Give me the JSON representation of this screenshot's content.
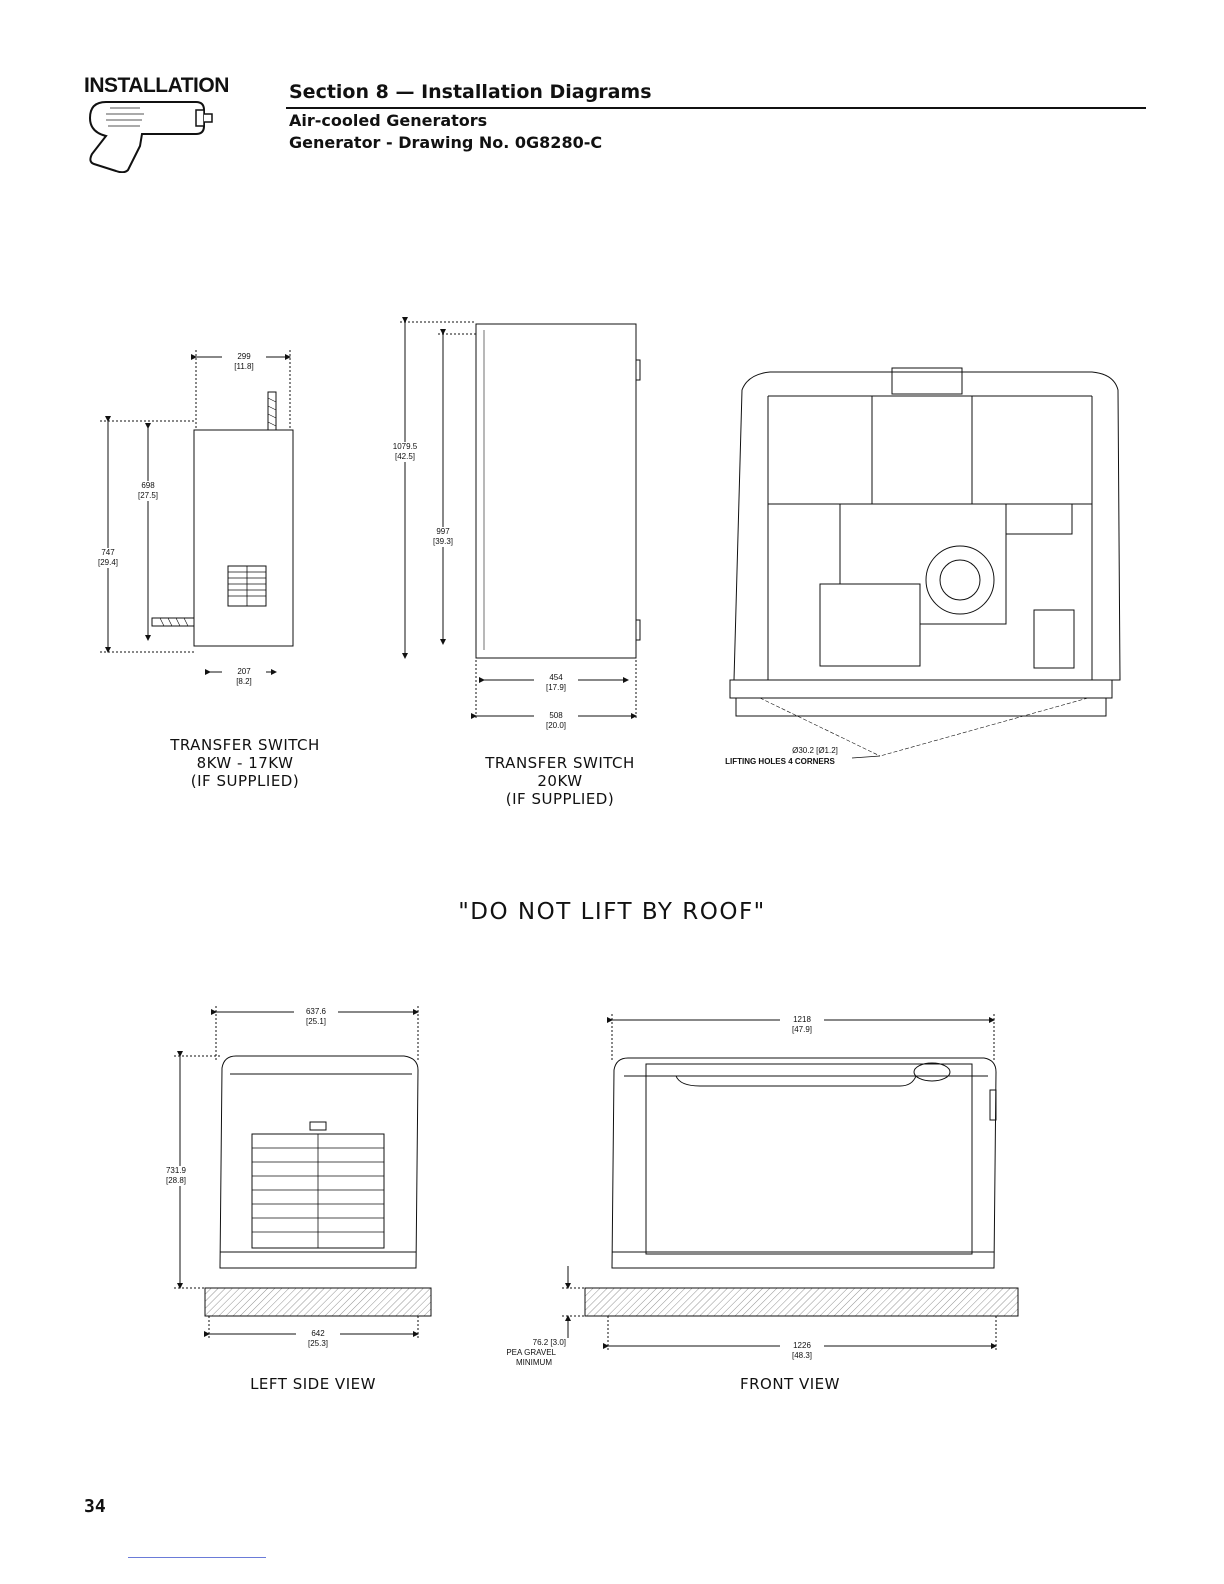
{
  "header": {
    "tab_label": "INSTALLATION",
    "section_title": "Section 8 — Installation Diagrams",
    "subtitle_1": "Air-cooled Generators",
    "subtitle_2": "Generator - Drawing No. 0G8280-C"
  },
  "transfer_switch_small": {
    "dim_width_mm": "299",
    "dim_width_in": "[11.8]",
    "dim_height_inner_mm": "698",
    "dim_height_inner_in": "[27.5]",
    "dim_height_outer_mm": "747",
    "dim_height_outer_in": "[29.4]",
    "dim_bottom_mm": "207",
    "dim_bottom_in": "[8.2]",
    "caption_1": "TRANSFER SWITCH",
    "caption_2": "8KW - 17KW",
    "caption_3": "(IF SUPPLIED)"
  },
  "transfer_switch_large": {
    "dim_height_outer_mm": "1079.5",
    "dim_height_outer_in": "[42.5]",
    "dim_height_inner_mm": "997",
    "dim_height_inner_in": "[39.3]",
    "dim_inner_width_mm": "454",
    "dim_inner_width_in": "[17.9]",
    "dim_outer_width_mm": "508",
    "dim_outer_width_in": "[20.0]",
    "caption_1": "TRANSFER SWITCH",
    "caption_2": "20KW",
    "caption_3": "(IF SUPPLIED)"
  },
  "generator_top": {
    "hole_dim": "Ø30.2 [Ø1.2]",
    "hole_label": "LIFTING HOLES 4 CORNERS"
  },
  "warning": "\"DO NOT LIFT BY ROOF\"",
  "left_side_view": {
    "dim_top_mm": "637.6",
    "dim_top_in": "[25.1]",
    "dim_height_mm": "731.9",
    "dim_height_in": "[28.8]",
    "dim_bottom_mm": "642",
    "dim_bottom_in": "[25.3]",
    "caption": "LEFT SIDE VIEW"
  },
  "gravel": {
    "dim_mm": "76.2 [3.0]",
    "label_1": "PEA GRAVEL",
    "label_2": "MINIMUM"
  },
  "front_view": {
    "dim_top_mm": "1218",
    "dim_top_in": "[47.9]",
    "dim_bottom_mm": "1226",
    "dim_bottom_in": "[48.3]",
    "caption": "FRONT VIEW"
  },
  "page_number": "34"
}
